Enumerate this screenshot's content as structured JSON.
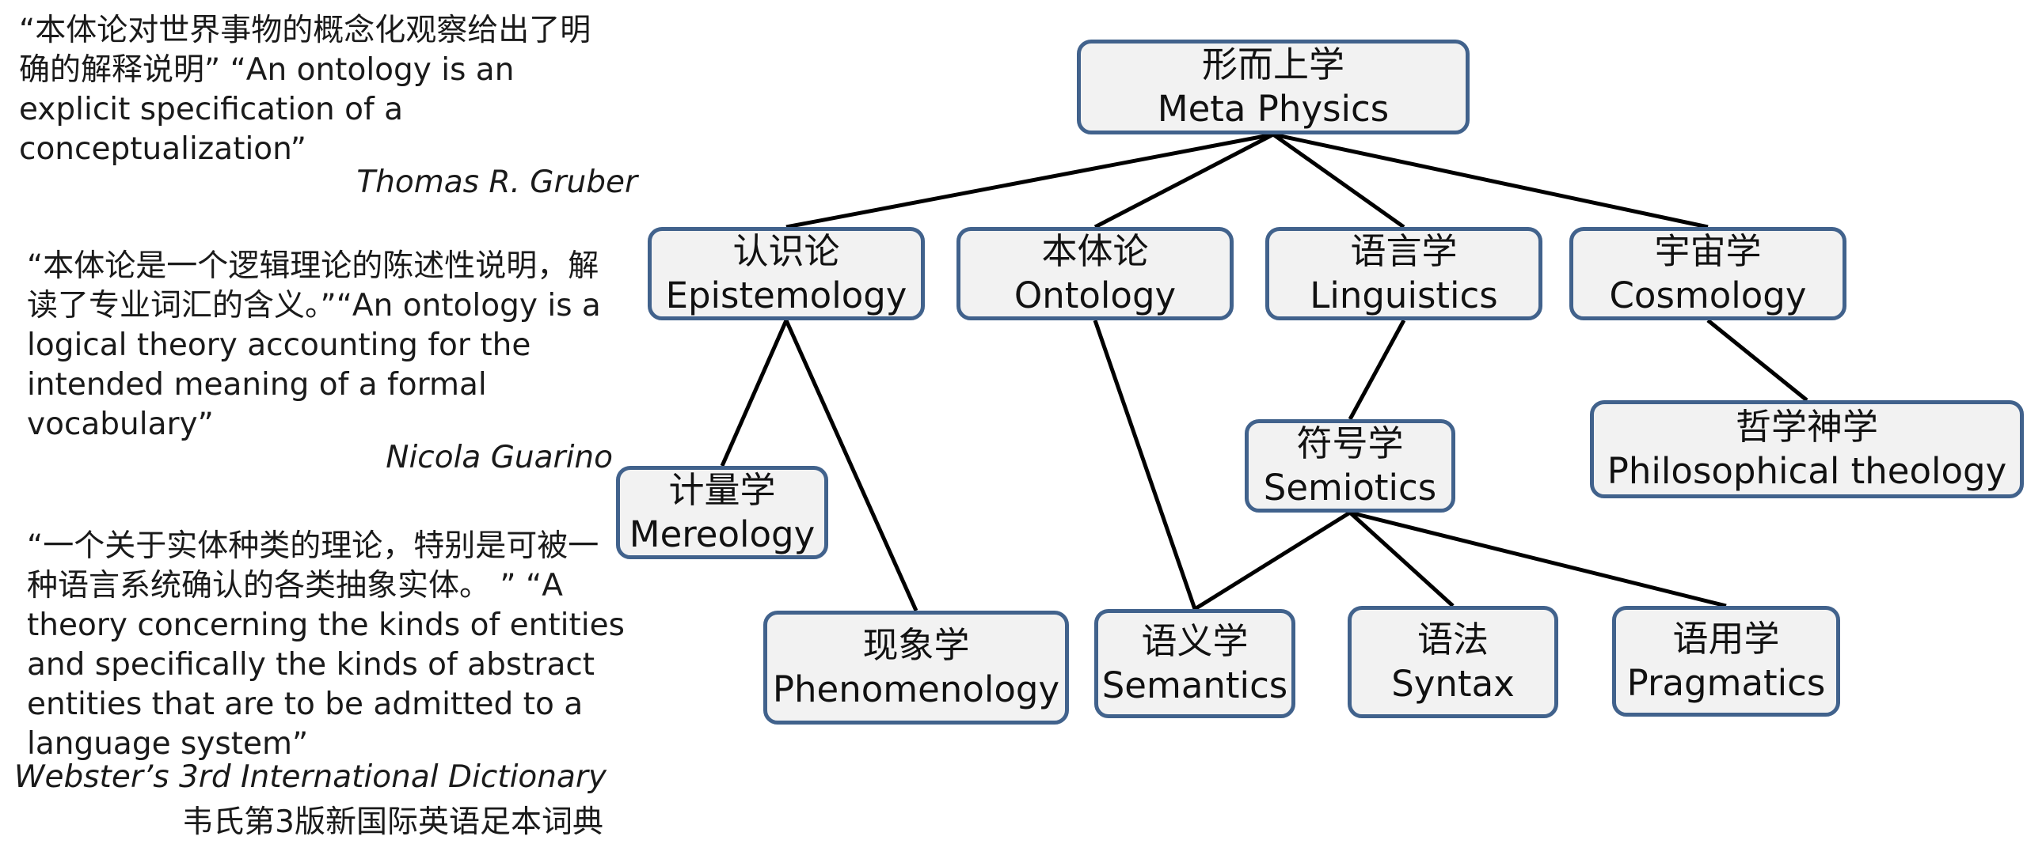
{
  "quotes": [
    {
      "text": "“本体论对世界事物的概念化观察给出了明确的解释说明” “An ontology is an explicit specification of a conceptualization”",
      "author": "Thomas R. Gruber"
    },
    {
      "text": "“本体论是一个逻辑理论的陈述性说明，解读了专业词汇的含义。”“An ontology is a logical theory accounting for the intended meaning of a formal vocabulary”",
      "author": "Nicola Guarino"
    },
    {
      "text": "“一个关于实体种类的理论，特别是可被一种语言系统确认的各类抽象实体。 ” “A theory concerning the kinds of entities and specifically the kinds of abstract entities that are to be admitted to a language system”",
      "author": "Webster’s 3rd International Dictionary",
      "author_cn": "韦氏第3版新国际英语足本词典"
    }
  ],
  "nodes": {
    "metaphysics": {
      "cn": "形而上学",
      "en": "Meta Physics"
    },
    "epistemology": {
      "cn": "认识论",
      "en": "Epistemology"
    },
    "ontology": {
      "cn": "本体论",
      "en": "Ontology"
    },
    "linguistics": {
      "cn": "语言学",
      "en": "Linguistics"
    },
    "cosmology": {
      "cn": "宇宙学",
      "en": "Cosmology"
    },
    "mereology": {
      "cn": "计量学",
      "en": "Mereology"
    },
    "semiotics": {
      "cn": "符号学",
      "en": "Semiotics"
    },
    "theology": {
      "cn": "哲学神学",
      "en": "Philosophical theology"
    },
    "phenomenology": {
      "cn": "现象学",
      "en": "Phenomenology"
    },
    "semantics": {
      "cn": "语义学",
      "en": "Semantics"
    },
    "syntax": {
      "cn": "语法",
      "en": "Syntax"
    },
    "pragmatics": {
      "cn": "语用学",
      "en": "Pragmatics"
    }
  },
  "edges": [
    [
      "metaphysics",
      "epistemology"
    ],
    [
      "metaphysics",
      "ontology"
    ],
    [
      "metaphysics",
      "linguistics"
    ],
    [
      "metaphysics",
      "cosmology"
    ],
    [
      "epistemology",
      "mereology"
    ],
    [
      "epistemology",
      "phenomenology"
    ],
    [
      "ontology",
      "semantics"
    ],
    [
      "linguistics",
      "semiotics"
    ],
    [
      "cosmology",
      "theology"
    ],
    [
      "semiotics",
      "semantics"
    ],
    [
      "semiotics",
      "syntax"
    ],
    [
      "semiotics",
      "pragmatics"
    ]
  ],
  "colors": {
    "node_border": "#41628c",
    "node_fill": "#f2f2f2",
    "edge": "#000000"
  }
}
